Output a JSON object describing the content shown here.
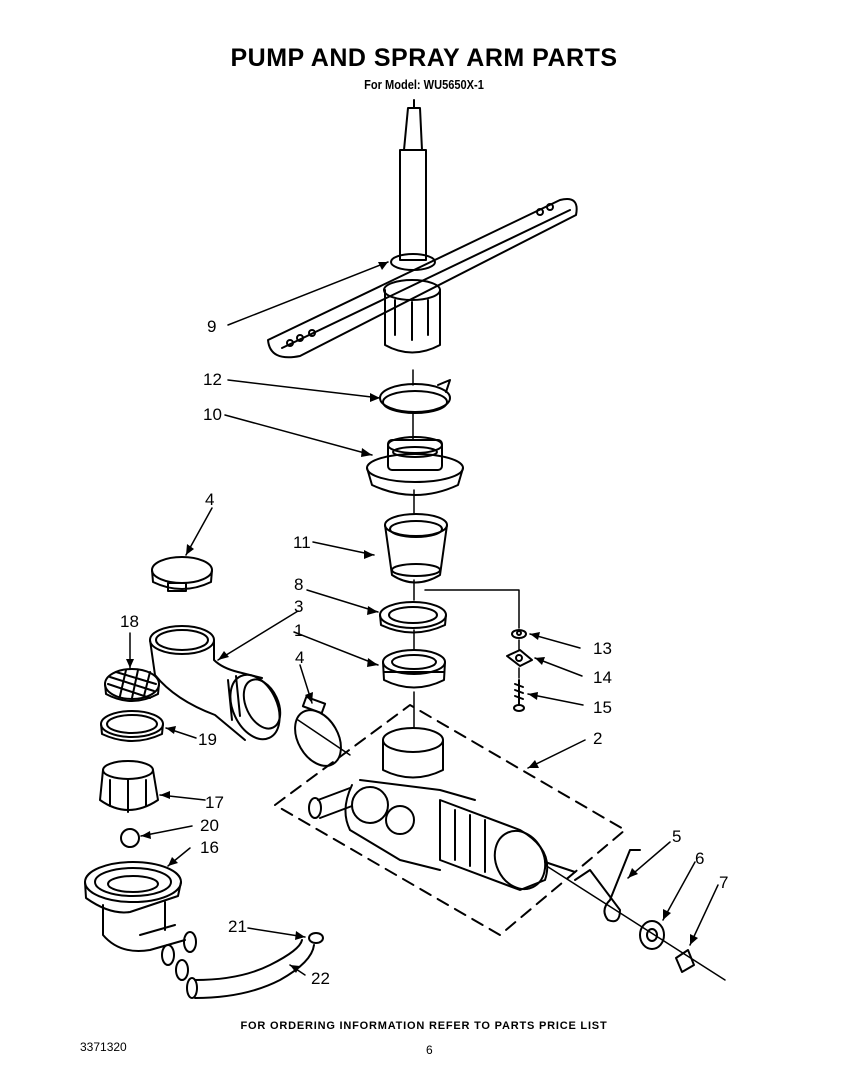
{
  "header": {
    "title": "PUMP AND SPRAY ARM PARTS",
    "subtitle": "For Model: WU5650X-1"
  },
  "footer": {
    "ordering_note": "FOR ORDERING INFORMATION REFER TO PARTS PRICE LIST",
    "doc_number": "3371320",
    "page_number": "6"
  },
  "callouts": [
    "9",
    "12",
    "10",
    "11",
    "8",
    "3",
    "1",
    "4",
    "18",
    "19",
    "17",
    "20",
    "16",
    "21",
    "22",
    "13",
    "14",
    "15",
    "2",
    "5",
    "6",
    "7"
  ]
}
